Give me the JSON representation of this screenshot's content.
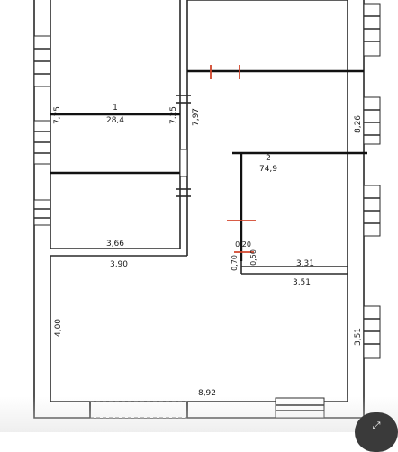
{
  "rooms": [
    {
      "number": "1",
      "area": "28,4"
    },
    {
      "number": "2",
      "area": "74,9"
    }
  ],
  "dimensions": {
    "d_7_25_left": "7,25",
    "d_7_25_right": "7,25",
    "d_7_97": "7,97",
    "d_8_26": "8,26",
    "d_3_66": "3,66",
    "d_3_90": "3,90",
    "d_0_20": "0,20",
    "d_0_70": "0,70",
    "d_0_50": "0,50",
    "d_3_31": "3,31",
    "d_3_51_horizontal": "3,51",
    "d_4_00": "4,00",
    "d_3_51_vertical": "3,51",
    "d_8_92": "8,92"
  },
  "controls": {
    "expand_icon": "⤢"
  }
}
